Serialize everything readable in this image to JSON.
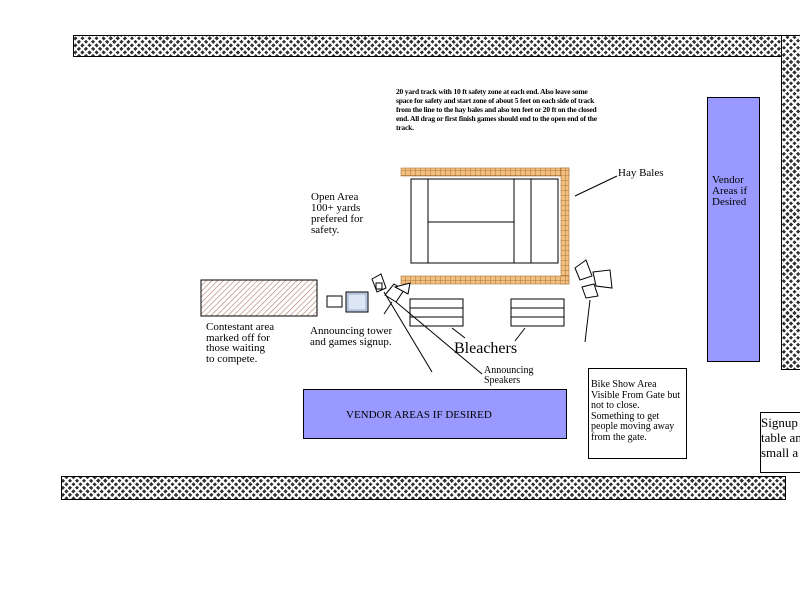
{
  "track_note": "20 yard track with 10 ft safety zone at each end. Also leave some space for safety and start zone of about 5 feet on each side of track from the line to the hay bales and also ten feet or 20 ft on the closed end. All drag or first finish games should end to the open end of the track.",
  "hay_bales_label": "Hay Bales",
  "open_area_label": "Open Area 100+ yards prefered for safety.",
  "vendor_right_label": "Vendor Areas if Desired",
  "contestant_label": "Contestant area marked off for those waiting to compete.",
  "announcing_label": "Announcing tower and games signup.",
  "bleachers_label": "Bleachers",
  "speakers_label": "Announcing Speakers",
  "bike_show_label": "Bike Show Area Visible From Gate but not to close. Something to get people moving away from the gate.",
  "vendor_bottom_label": "VENDOR AREAS IF DESIRED",
  "signup_label": "Signup table and small a",
  "colors": {
    "vendor_fill": "#9999ff",
    "hay": "#f0c080",
    "fence": "#333333"
  }
}
